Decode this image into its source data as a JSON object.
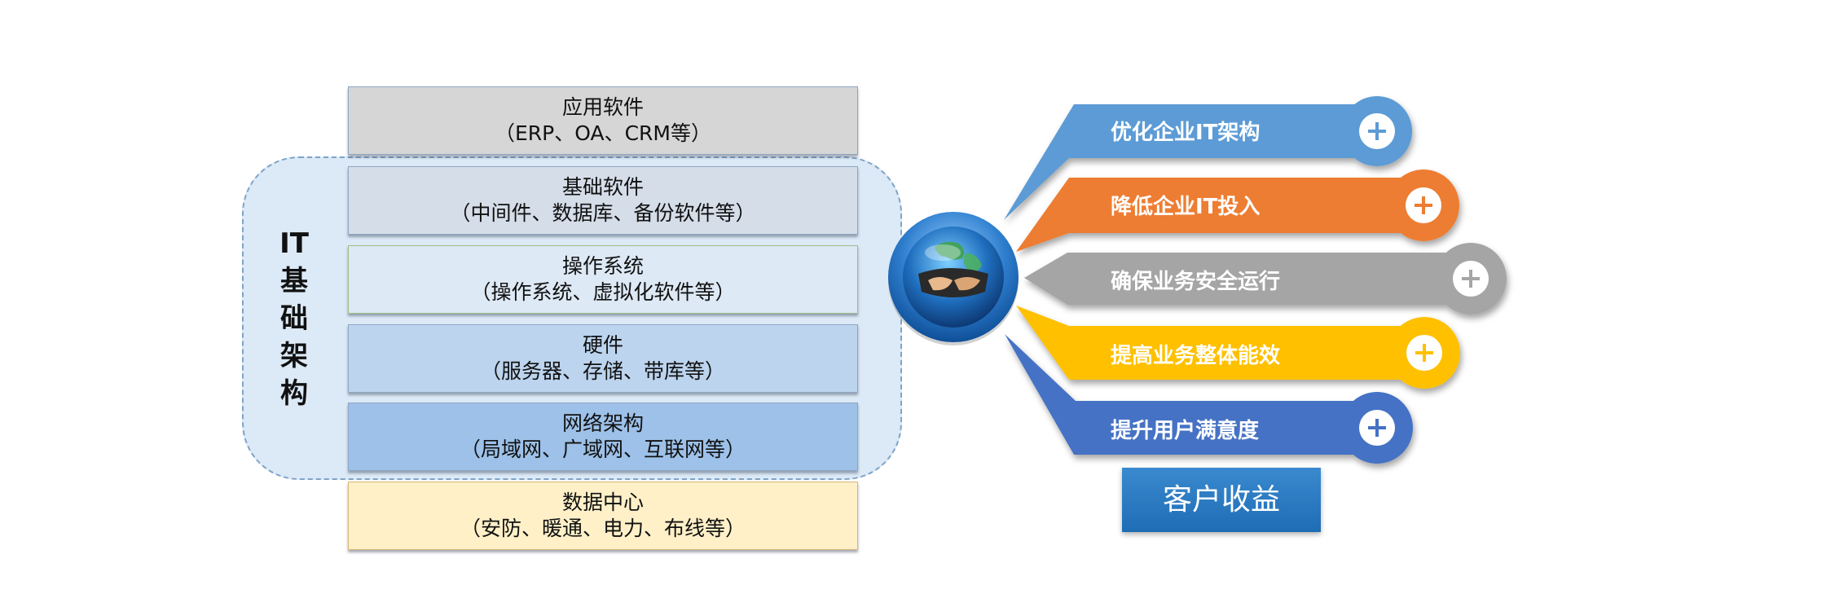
{
  "it_infrastructure": {
    "title": "IT基础架构"
  },
  "layers": [
    {
      "title": "应用软件",
      "sub": "（ERP、OA、CRM等）",
      "fill": "#d6d6d6"
    },
    {
      "title": "基础软件",
      "sub": "（中间件、数据库、备份软件等）",
      "fill": "#d5dde9"
    },
    {
      "title": "操作系统",
      "sub": "（操作系统、虚拟化软件等）",
      "fill": "#dde9f5"
    },
    {
      "title": "硬件",
      "sub": "（服务器、存储、带库等）",
      "fill": "#bcd4ee"
    },
    {
      "title": "网络架构",
      "sub": "（局域网、广域网、互联网等）",
      "fill": "#9dc1e8"
    },
    {
      "title": "数据中心",
      "sub": "（安防、暖通、电力、布线等）",
      "fill": "#fff0c8"
    }
  ],
  "benefits": [
    {
      "label": "优化企业IT架构",
      "color": "#5b9bd5",
      "icon": "plus-icon"
    },
    {
      "label": "降低企业IT投入",
      "color": "#ed7d31",
      "icon": "plus-icon"
    },
    {
      "label": "确保业务安全运行",
      "color": "#a5a5a5",
      "icon": "plus-icon"
    },
    {
      "label": "提高业务整体能效",
      "color": "#ffc000",
      "icon": "plus-icon"
    },
    {
      "label": "提升用户满意度",
      "color": "#4472c4",
      "icon": "plus-icon"
    }
  ],
  "customer_benefit": "客户收益",
  "center_icon": "handshake-globe-icon"
}
